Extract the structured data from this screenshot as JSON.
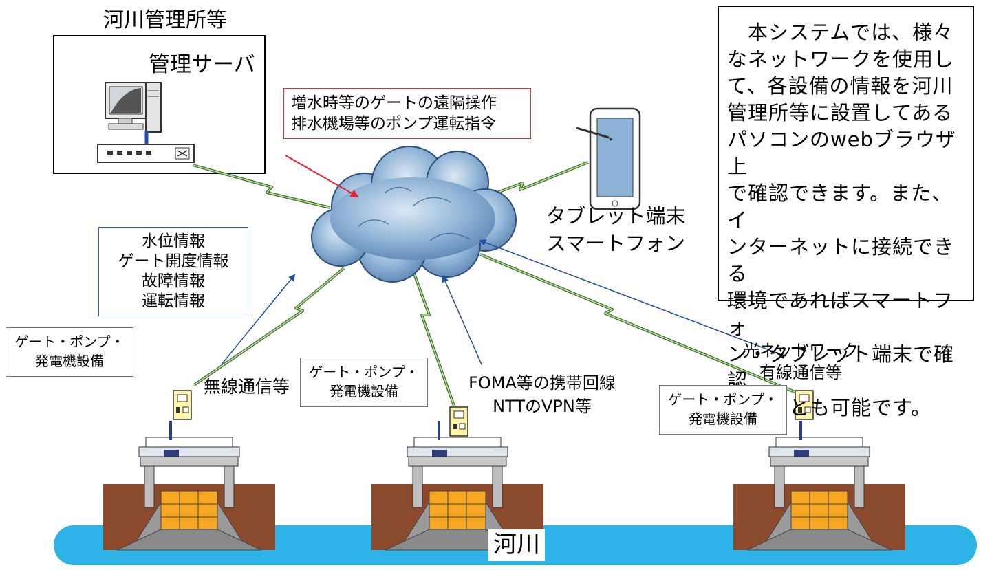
{
  "office": {
    "title": "河川管理所等",
    "server_label": "管理サーバ"
  },
  "command_box": {
    "line1": "増水時等のゲートの遠隔操作",
    "line2": "排水機場等のポンプ運転指令",
    "border_color": "#e03030"
  },
  "tablet": {
    "line1": "タブレット端末",
    "line2": "スマートフォン"
  },
  "description": {
    "lines": [
      "　本システムでは、様々",
      "なネットワークを使用し",
      "て、各設備の情報を河川",
      "管理所等に設置してある",
      "パソコンのwebブラウザ上",
      "で確認できます。また、イ",
      "ンターネットに接続できる",
      "環境であればスマートフォ",
      "ン・タブレット端末で確認",
      "することも可能です。"
    ]
  },
  "info_box": {
    "items": [
      "水位情報",
      "ゲート開度情報",
      "故障情報",
      "運転情報"
    ],
    "border_color": "#3a5ea8"
  },
  "facility_label": {
    "line1": "ゲート・ポンプ・",
    "line2": "発電機設備"
  },
  "links": {
    "wireless": "無線通信等",
    "mobile_line1": "FOMA等の携帯回線",
    "mobile_line2": "NTTのVPN等",
    "optical_line1": "光ネットワーク",
    "optical_line2": "有線通信等"
  },
  "river": {
    "label": "河川",
    "color": "#2db3e6"
  },
  "colors": {
    "arrow_blue": "#1f4fa8",
    "arrow_red": "#e8202a",
    "bank": "#8b4a2b",
    "gate_yellow": "#f5a623",
    "cloud": "#7fa8d0"
  }
}
